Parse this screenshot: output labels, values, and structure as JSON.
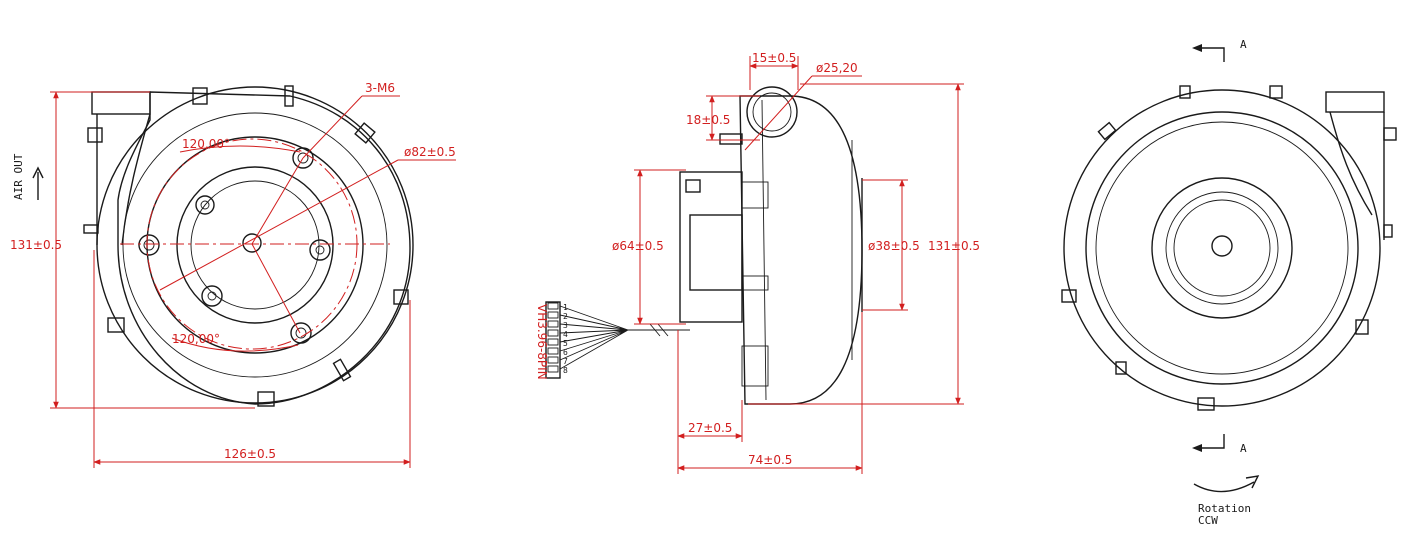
{
  "front_view": {
    "label_air_out": "AIR OUT",
    "height_dim": "131±0.5",
    "width_dim": "126±0.5",
    "thread_note": "3-M6",
    "bolt_circle_dim": "ø82±0.5",
    "angle_top": "120,00°",
    "angle_bottom": "120,00°"
  },
  "side_view": {
    "outlet_width_dim": "15±0.5",
    "outlet_dia_dim": "ø25,20",
    "outlet_offset_dim": "18±0.5",
    "hub_dia_dim": "ø64±0.5",
    "inlet_dia_dim": "ø38±0.5",
    "height_dim": "131±0.5",
    "hub_depth_dim": "27±0.5",
    "overall_depth_dim": "74±0.5",
    "connector_label": "VH3.96-8PIN",
    "pins": [
      "1",
      "2",
      "3",
      "4",
      "5",
      "6",
      "7",
      "8"
    ]
  },
  "rear_view": {
    "section_label_top": "A",
    "section_label_bottom": "A",
    "rotation_line1": "Rotation",
    "rotation_line2": "CCW"
  }
}
